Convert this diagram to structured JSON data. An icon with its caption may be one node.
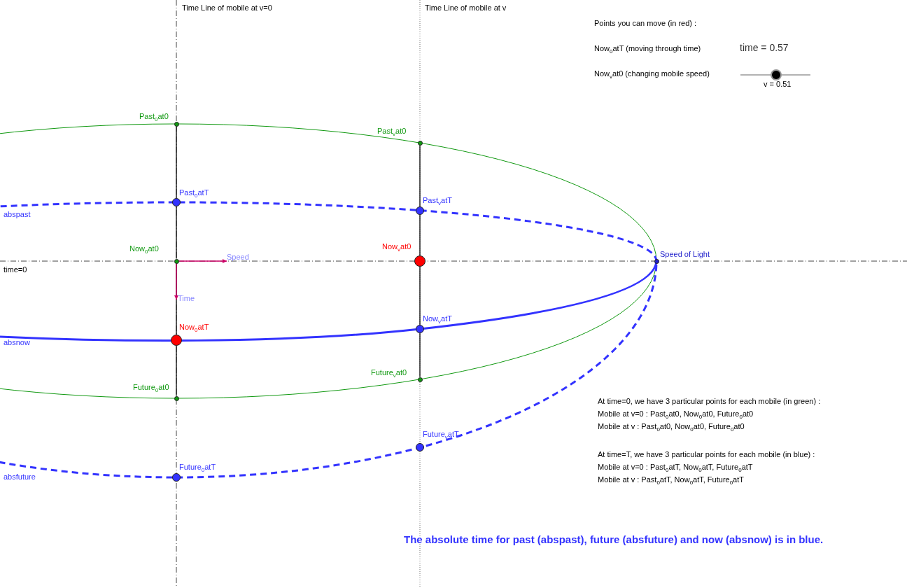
{
  "diagram": {
    "caption": "The absolute time for past (abspast), future (absfuture) and now (absnow) is in blue.",
    "nodes": [
      {
        "text": [
          "Past$_{0}$at0"
        ]
      },
      {
        "text": [
          "Past$_{v}$at0"
        ]
      },
      {
        "text": [
          "Past$_{0}$atT"
        ]
      },
      {
        "text": [
          "Past$_{v}$atT"
        ]
      },
      {
        "text": [
          "Now$_{0}$at0"
        ]
      },
      {
        "text": [
          "Now$_{v}$at0"
        ]
      },
      {
        "text": [
          "Speed of Light"
        ]
      },
      {
        "text": [
          "Now$_{0}$atT"
        ]
      },
      {
        "text": [
          "Now$_{v}$atT"
        ]
      },
      {
        "text": [
          "Future$_{0}$at0"
        ]
      },
      {
        "text": [
          "Future$_{v}$at0"
        ]
      },
      {
        "text": [
          "Future$_{v}$atT"
        ]
      },
      {
        "text": [
          "Future$_{0}$atT"
        ]
      },
      {
        "text": [
          "Speed"
        ]
      },
      {
        "text": [
          "Time"
        ]
      }
    ],
    "edges": [
      {
        "from": 0,
        "to": 2,
        "arrow": "none"
      },
      {
        "from": 2,
        "to": 4,
        "arrow": "none"
      },
      {
        "from": 4,
        "to": 7,
        "arrow": "none"
      },
      {
        "from": 7,
        "to": 9,
        "arrow": "none"
      },
      {
        "from": 1,
        "to": 3,
        "arrow": "none"
      },
      {
        "from": 3,
        "to": 5,
        "arrow": "none"
      },
      {
        "from": 5,
        "to": 8,
        "arrow": "none"
      },
      {
        "from": 8,
        "to": 10,
        "arrow": "none"
      },
      {
        "from": 4,
        "to": 13,
        "arrow": "to",
        "color": "#cc0066"
      },
      {
        "from": 4,
        "to": 14,
        "arrow": "to",
        "color": "#cc0066"
      }
    ],
    "labels": [
      "Time Line of mobile at v=0",
      "Time Line of mobile at v",
      "Points you can move (in red)  :",
      "Now$_{0}$atT (moving through time)",
      "time = 0.57",
      "Now$_{v}$at0 (changing mobile speed)",
      "v = 0.51",
      "abspast",
      "time=0",
      "absnow",
      "absfuture",
      "At time=0, we have 3 particular points for each mobile (in green) :",
      "Mobile at v=0 : Past$_{0}$at0, Now$_{0}$at0, Future$_{0}$at0",
      "Mobile at v : Past$_{0}$at0, Now$_{0}$at0, Future$_{0}$at0",
      "At time=T, we have 3 particular points for each mobile (in blue) :",
      "Mobile at v=0 : Past$_{0}$atT, Now$_{0}$atT, Future$_{0}$atT",
      "Mobile at v : Past$_{0}$atT, Now$_{0}$atT, Future$_{0}$atT"
    ]
  }
}
